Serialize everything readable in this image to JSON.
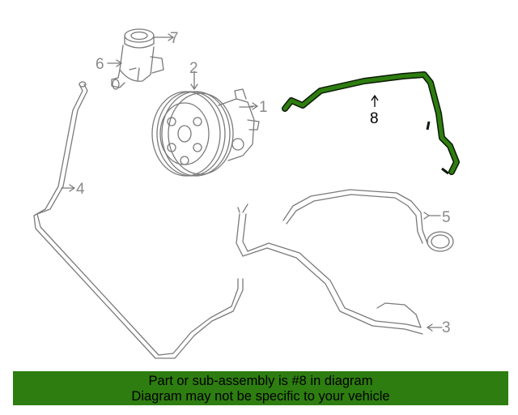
{
  "diagram": {
    "labels": [
      "1",
      "2",
      "3",
      "4",
      "5",
      "6",
      "7",
      "8"
    ],
    "highlighted_part": "8",
    "colors": {
      "line": "#7a7a7a",
      "highlight_fill": "#2e7d10",
      "highlight_stroke": "#0a1a05",
      "label": "#8a8a8a"
    }
  },
  "banner": {
    "line1": "Part or sub-assembly is #8 in diagram",
    "line2": "Diagram may not be specific to your vehicle",
    "background": "#2e7d10"
  }
}
